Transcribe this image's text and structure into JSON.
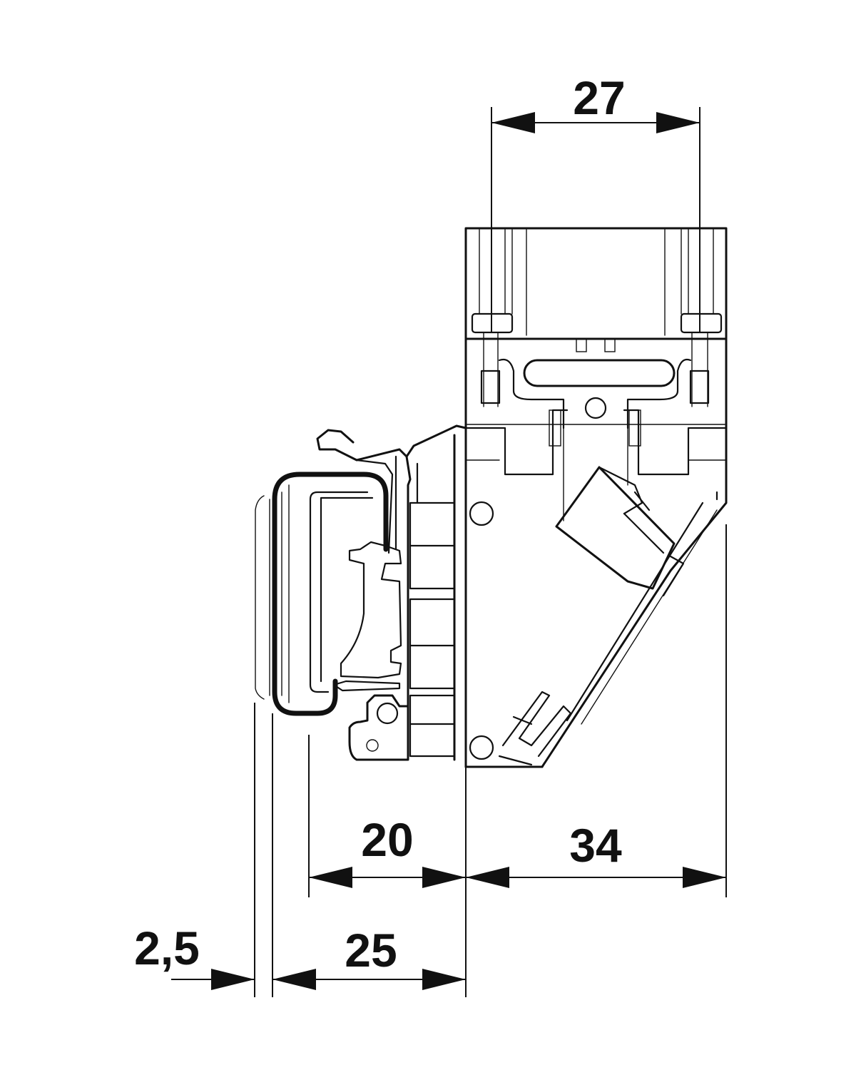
{
  "dimensions": {
    "top_width": "27",
    "right_depth": "34",
    "mid_depth": "20",
    "lower_depth": "25",
    "rail_offset": "2,5"
  }
}
